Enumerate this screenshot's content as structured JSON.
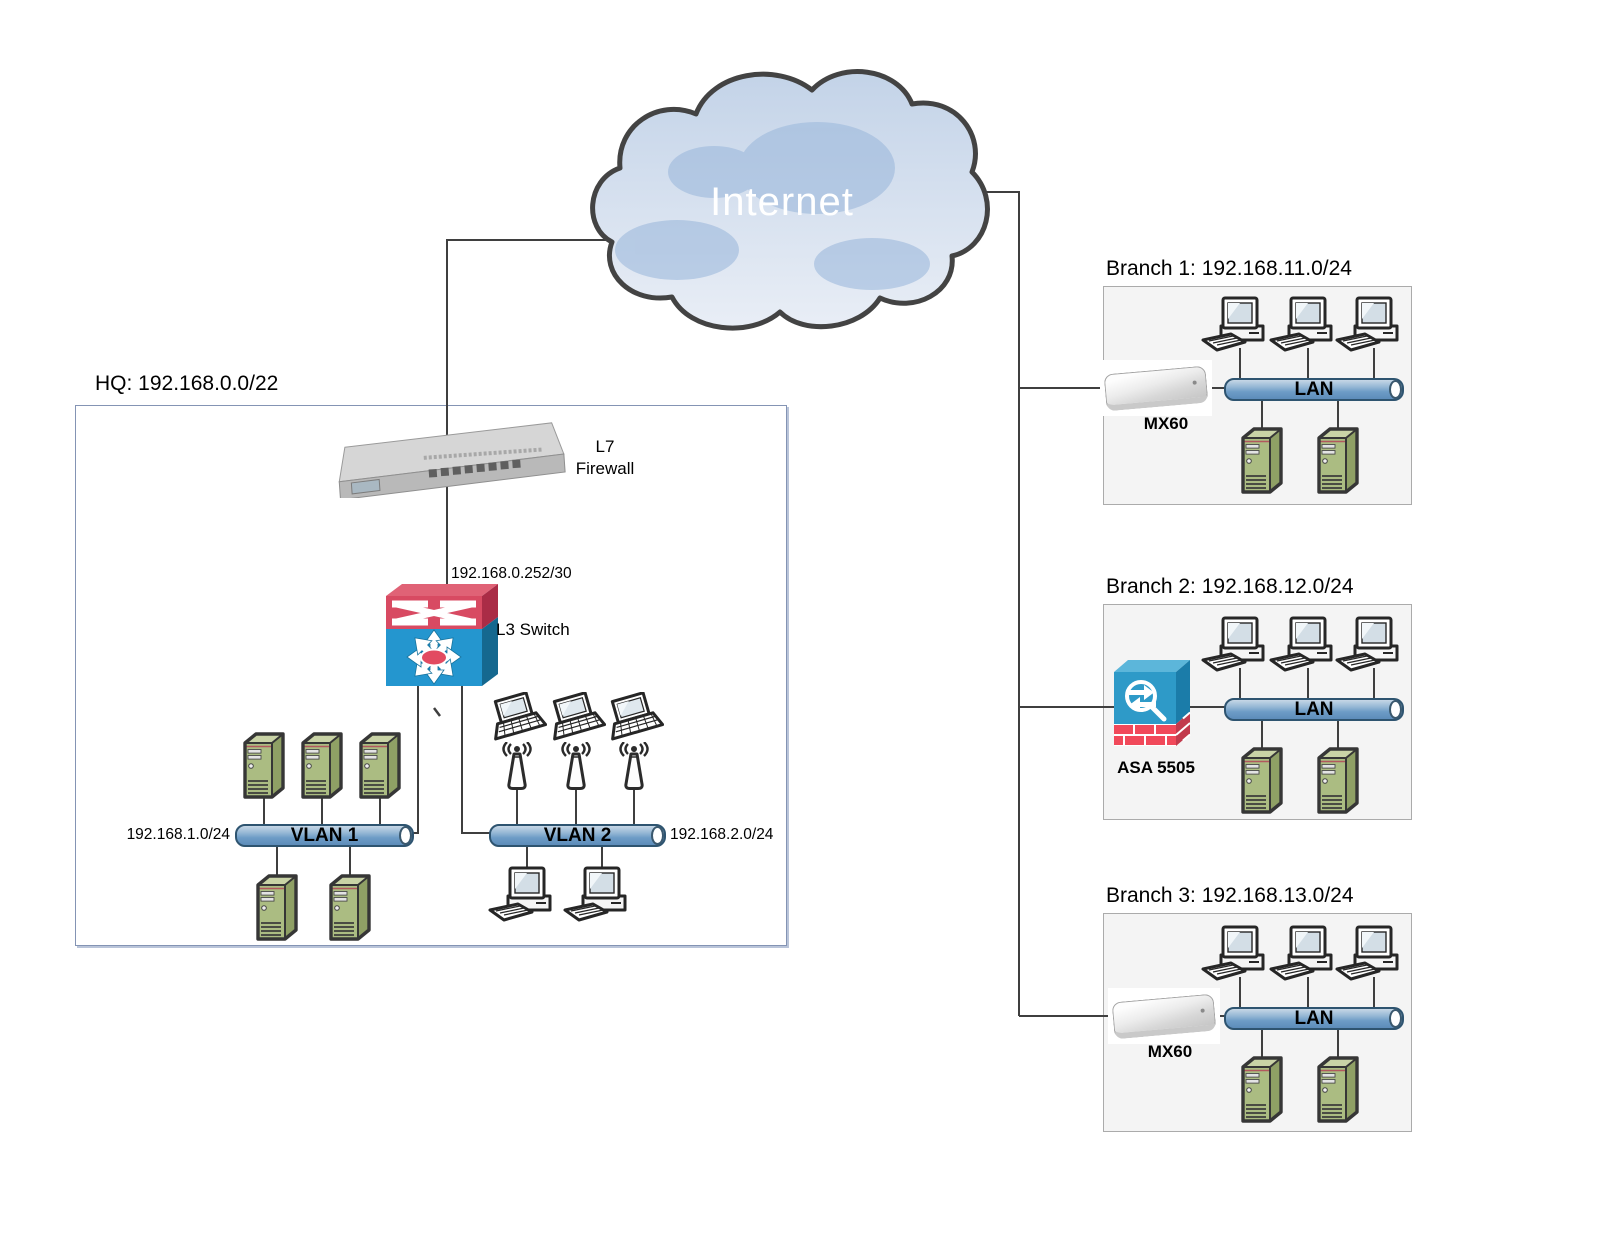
{
  "internet": {
    "label": "Internet"
  },
  "hq": {
    "title": "HQ: 192.168.0.0/22",
    "firewall": {
      "label_line1": "L7",
      "label_line2": "Firewall"
    },
    "switch": {
      "label": "L3 Switch",
      "uplink_ip": "192.168.0.252/30"
    },
    "vlan1": {
      "label": "VLAN 1",
      "subnet": "192.168.1.0/24"
    },
    "vlan2": {
      "label": "VLAN 2",
      "subnet": "192.168.2.0/24"
    }
  },
  "branches": [
    {
      "title": "Branch 1: 192.168.11.0/24",
      "device_label": "MX60",
      "lan_label": "LAN"
    },
    {
      "title": "Branch 2: 192.168.12.0/24",
      "device_label": "ASA 5505",
      "lan_label": "LAN"
    },
    {
      "title": "Branch 3: 192.168.13.0/24",
      "device_label": "MX60",
      "lan_label": "LAN"
    }
  ],
  "colors": {
    "line": "#3f3f3f",
    "pipe_blue": "#6d9cc6",
    "pipe_border": "#2e5470",
    "switch_red": "#d84a62",
    "switch_blue": "#2496cf",
    "asa_blue": "#2e9ac8",
    "brick_red": "#f1495a",
    "server_green": "#abbc82",
    "cloud_fill_top": "#c3d3e8",
    "cloud_fill_bottom": "#e9eef6",
    "hq_box_border": "#8494b4",
    "branch_box_fill": "#f4f4f4",
    "branch_box_border": "#ababab"
  }
}
